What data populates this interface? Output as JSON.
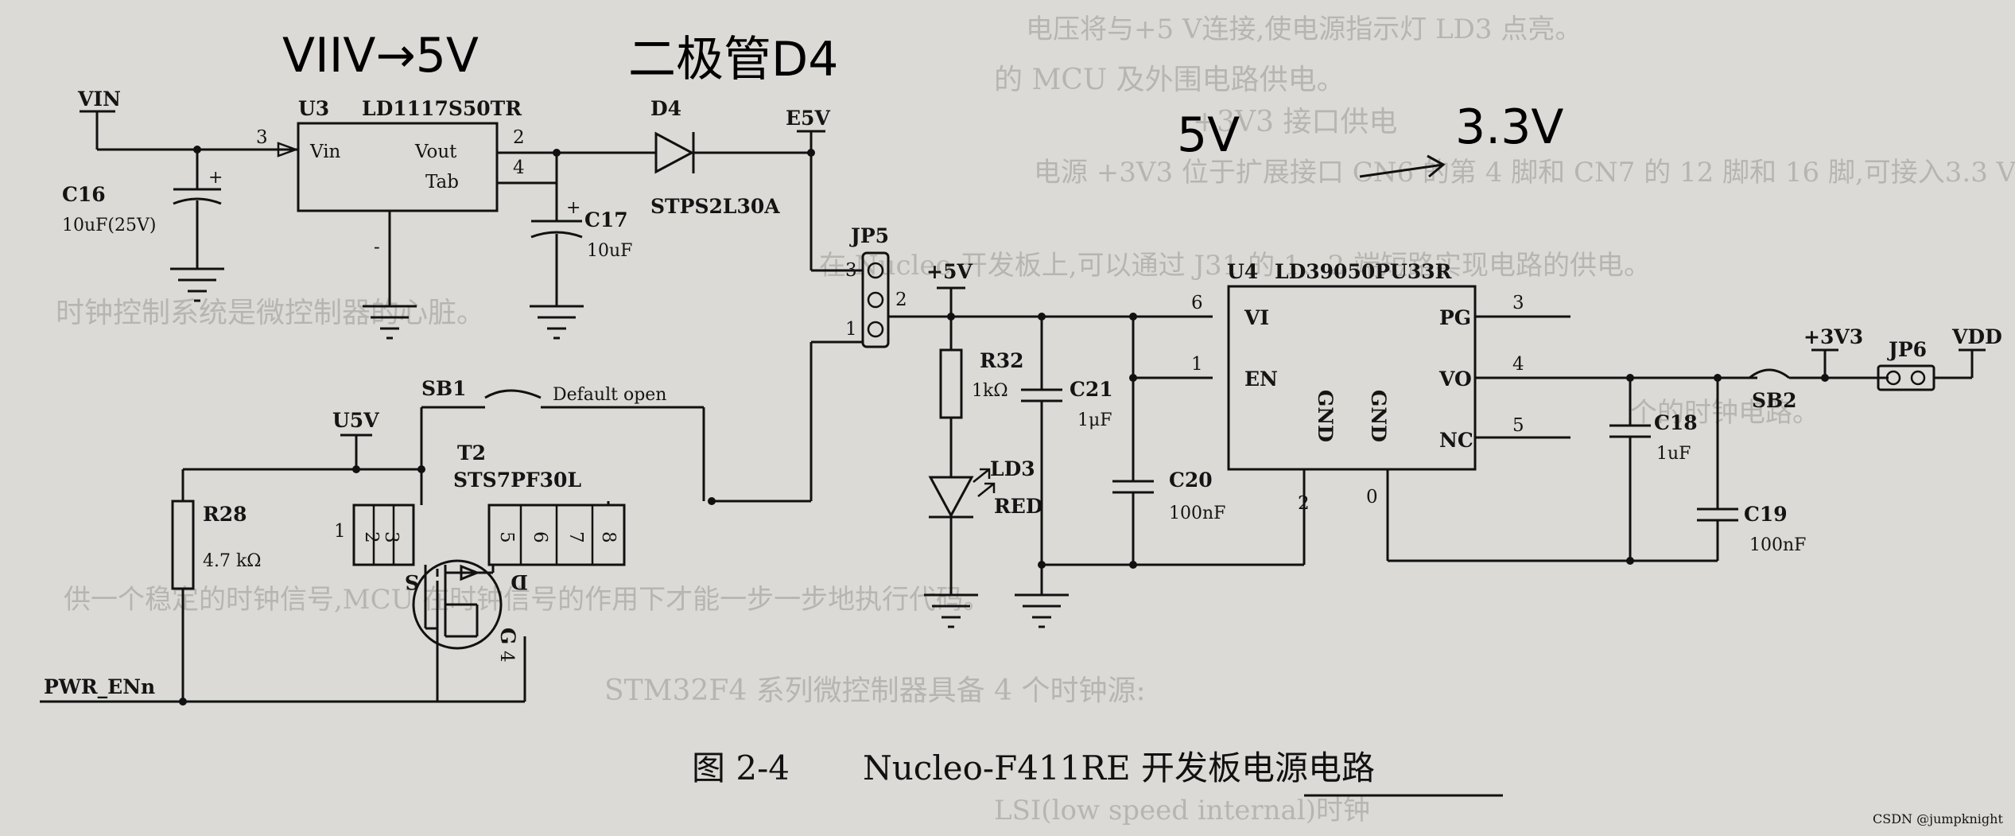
{
  "annotations": {
    "top_left": "VIIV→5V",
    "top_middle": "二极管D4",
    "middle_5v": "5V",
    "middle_33v": "3.3V"
  },
  "caption": {
    "figure_no": "图 2-4",
    "title": "Nucleo-F411RE 开发板电源电路"
  },
  "nets": {
    "vin": "VIN",
    "e5v": "E5V",
    "plus5v": "+5V",
    "u5v": "U5V",
    "plus3v3": "+3V3",
    "vdd": "VDD",
    "pwr_en": "PWR_ENn"
  },
  "u3": {
    "ref": "U3",
    "part": "LD1117S50TR",
    "pin_vin": "Vin",
    "pin_vout": "Vout",
    "pin_tab": "Tab",
    "pin_num_vin": "3",
    "pin_num_vout": "2",
    "pin_num_tab": "4",
    "gnd_mark": "-"
  },
  "c16": {
    "ref": "C16",
    "value": "10uF(25V)",
    "polarity": "+"
  },
  "c17": {
    "ref": "C17",
    "value": "10uF",
    "polarity": "+"
  },
  "d4": {
    "ref": "D4",
    "part": "STPS2L30A"
  },
  "jp5": {
    "ref": "JP5",
    "pin1": "1",
    "pin2": "2",
    "pin3": "3"
  },
  "sb1": {
    "ref": "SB1",
    "note": "Default open"
  },
  "t2": {
    "ref": "T2",
    "part": "STS7PF30L",
    "pins": [
      "1",
      "2",
      "3",
      "5",
      "6",
      "7",
      "8"
    ],
    "pin_s": "S",
    "pin_d": "D",
    "pin_g": "G",
    "pin_g_num": "4"
  },
  "r28": {
    "ref": "R28",
    "value": "4.7 kΩ"
  },
  "r32": {
    "ref": "R32",
    "value": "1kΩ"
  },
  "ld3": {
    "ref": "LD3",
    "color": "RED"
  },
  "c21": {
    "ref": "C21",
    "value": "1μF"
  },
  "c20": {
    "ref": "C20",
    "value": "100nF"
  },
  "u4": {
    "ref": "U4",
    "part": "LD39050PU33R",
    "pin_vi": "VI",
    "pin_en": "EN",
    "pin_pg": "PG",
    "pin_vo": "VO",
    "pin_nc": "NC",
    "pin_gnd1": "GND",
    "pin_gnd2": "GND",
    "num_vi": "6",
    "num_en": "1",
    "num_pg": "3",
    "num_vo": "4",
    "num_nc": "5",
    "num_gnd1": "2",
    "num_gnd2": "0"
  },
  "c18": {
    "ref": "C18",
    "value": "1uF"
  },
  "c19": {
    "ref": "C19",
    "value": "100nF"
  },
  "sb2": {
    "ref": "SB2"
  },
  "jp6": {
    "ref": "JP6"
  },
  "background_text": {
    "line1": "电压将与+5 V连接,使电源指示灯 LD3 点亮。",
    "line2": "的 MCU 及外围电路供电。",
    "line3": "+3V3 接口供电",
    "line4": "电源 +3V3 位于扩展接口 CN6 的第 4 脚和 CN7 的 12 脚和 16 脚,可接入3.3 V",
    "line5": "在 Nucleo 开发板上,可以通过 J31 的 1、2 端短路实现电路的供电。",
    "line6": "个的时钟电路。",
    "line7": "时钟控制系统是微控制器的心脏。",
    "line8": "供一个稳定的时钟信号,MCU 在时钟信号的作用下才能一步一步地执行代码。",
    "line9": "STM32F4 系列微控制器具备 4 个时钟源:",
    "line10": "LSI(low speed internal)时钟",
    "watermark": "CSDN @jumpknight"
  }
}
